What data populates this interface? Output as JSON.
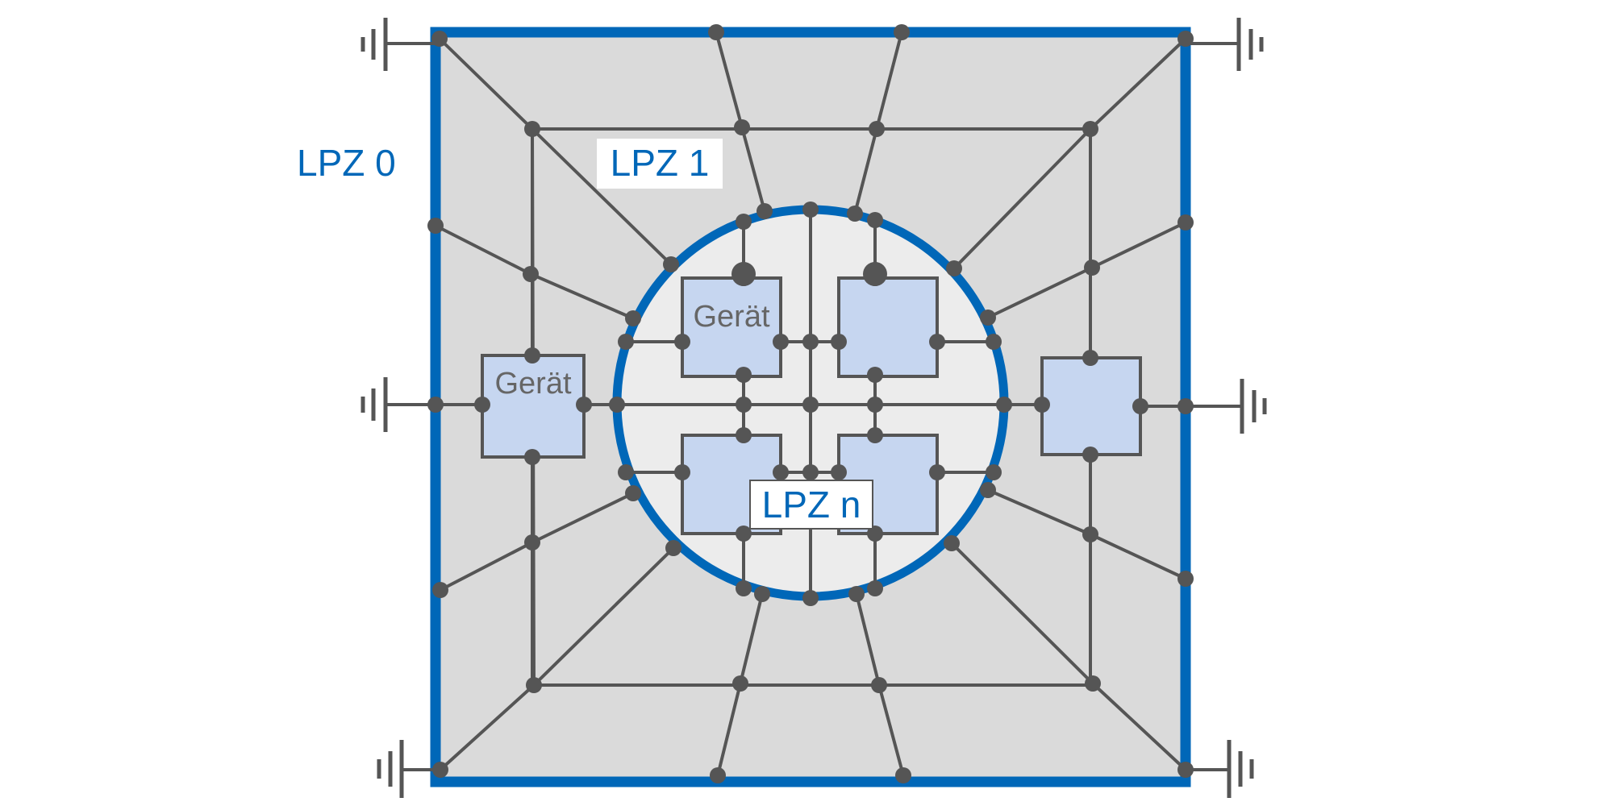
{
  "colors": {
    "zone_border": "#0067b8",
    "zone0_fill": "#dadada",
    "zone_n_fill": "#ececec",
    "device_fill": "#c6d6f0",
    "wire": "#555555",
    "label_text": "#0067b8",
    "device_text": "#666666"
  },
  "labels": {
    "lpz0": "LPZ 0",
    "lpz1": "LPZ 1",
    "lpzn": "LPZ n",
    "device_outer": "Gerät",
    "device_inner": "Gerät"
  },
  "icons": [
    "ground-symbol-icon"
  ]
}
